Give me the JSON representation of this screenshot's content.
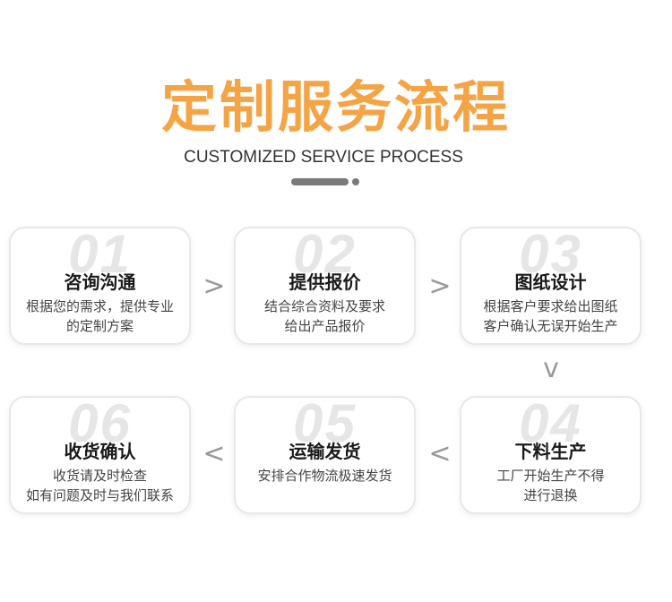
{
  "header": {
    "title": "定制服务流程",
    "subtitle": "CUSTOMIZED SERVICE PROCESS"
  },
  "colors": {
    "accent": "#f5a445",
    "divider": "#7a7a7a",
    "arrow": "#9a9a9a",
    "watermark": "#e6e6e6"
  },
  "steps": [
    {
      "num": "01",
      "title": "咨询沟通",
      "desc": [
        "根据您的需求，提供专业",
        "的定制方案"
      ]
    },
    {
      "num": "02",
      "title": "提供报价",
      "desc": [
        "结合综合资料及要求",
        "给出产品报价"
      ]
    },
    {
      "num": "03",
      "title": "图纸设计",
      "desc": [
        "根据客户要求给出图纸",
        "客户确认无误开始生产"
      ]
    },
    {
      "num": "04",
      "title": "下料生产",
      "desc": [
        "工厂开始生产不得",
        "进行退换"
      ]
    },
    {
      "num": "05",
      "title": "运输发货",
      "desc": [
        "安排合作物流极速发货",
        ""
      ]
    },
    {
      "num": "06",
      "title": "收货确认",
      "desc": [
        "收货请及时检查",
        "如有问题及时与我们联系"
      ]
    }
  ],
  "arrows": {
    "right": ">",
    "left": "<",
    "down": "v"
  }
}
